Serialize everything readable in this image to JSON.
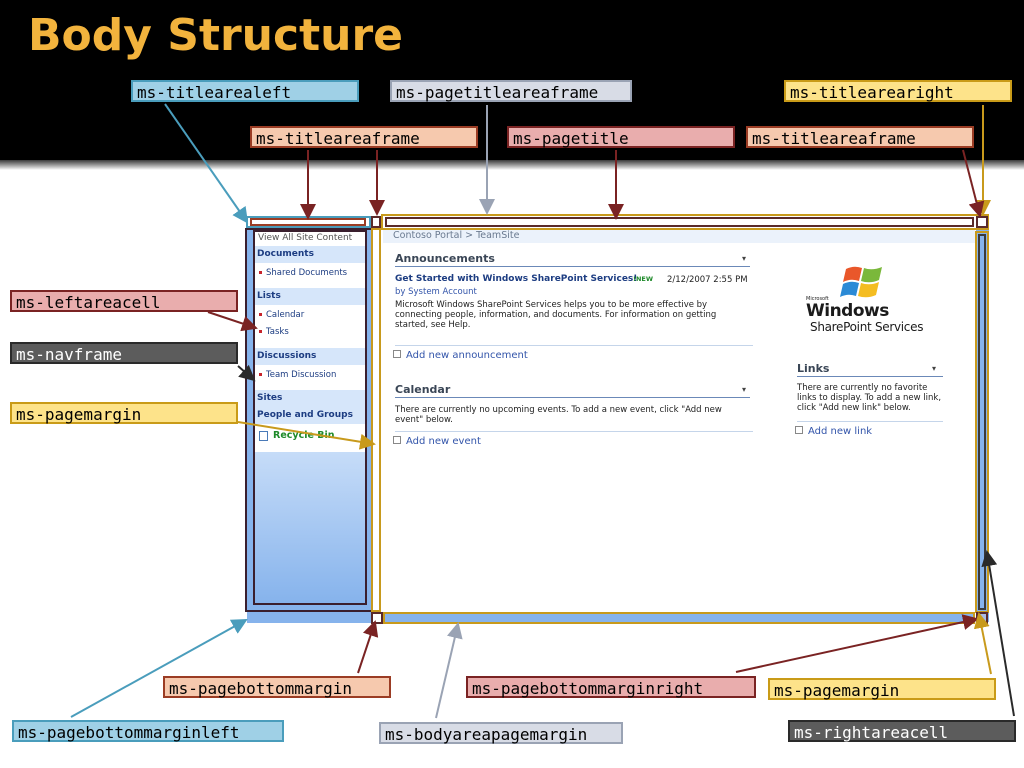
{
  "slide": {
    "title": "Body Structure"
  },
  "labels": {
    "titlearealeft": "ms-titlearealeft",
    "pagetitleareaframe": "ms-pagetitleareaframe",
    "titlearearight": "ms-titlearearight",
    "titleareaframe_left": "ms-titleareaframe",
    "pagetitle": "ms-pagetitle",
    "titleareaframe_right": "ms-titleareaframe",
    "leftareacell": "ms-leftareacell",
    "navframe": "ms-navframe",
    "pagemargin_left": "ms-pagemargin",
    "pagebottommargin": "ms-pagebottommargin",
    "pagebottommarginright": "ms-pagebottommarginright",
    "pagemargin_right": "ms-pagemargin",
    "pagebottommarginleft": "ms-pagebottommarginleft",
    "bodyareapagemargin": "ms-bodyareapagemargin",
    "rightareacell": "ms-rightareacell"
  },
  "sharepoint": {
    "nav": {
      "view_all": "View All Site Content",
      "documents": "Documents",
      "shared_documents": "Shared Documents",
      "lists": "Lists",
      "calendar": "Calendar",
      "tasks": "Tasks",
      "discussions": "Discussions",
      "team_discussion": "Team Discussion",
      "sites": "Sites",
      "people_groups": "People and Groups",
      "recycle_bin": "Recycle Bin"
    },
    "breadcrumb": "Contoso Portal > TeamSite",
    "announcements": {
      "title": "Announcements",
      "item_title": "Get Started with Windows SharePoint Services!",
      "new_badge": "NEW",
      "date": "2/12/2007 2:55 PM",
      "by": "by System Account",
      "body": "Microsoft Windows SharePoint Services helps you to be more effective by connecting people, information, and documents. For information on getting started, see Help.",
      "add_link": "Add new announcement"
    },
    "calendar": {
      "title": "Calendar",
      "body": "There are currently no upcoming events. To add a new event, click \"Add new event\" below.",
      "add_link": "Add new event"
    },
    "logo": {
      "microsoft": "Microsoft",
      "windows": "Windows",
      "sharepoint_services": "SharePoint Services"
    },
    "links": {
      "title": "Links",
      "body": "There are currently no favorite links to display. To add a new link, click \"Add new link\" below.",
      "add_link": "Add new link"
    }
  },
  "colors": {
    "title": "#f2b33d",
    "nav_blue": "#86b3ec",
    "frame_dark": "#5a2a2a",
    "frame_gold": "#c89a1c",
    "arrow_blue": "#4a9dbc",
    "arrow_grey": "#9aa3b4",
    "arrow_dark": "#2a2a2a"
  }
}
